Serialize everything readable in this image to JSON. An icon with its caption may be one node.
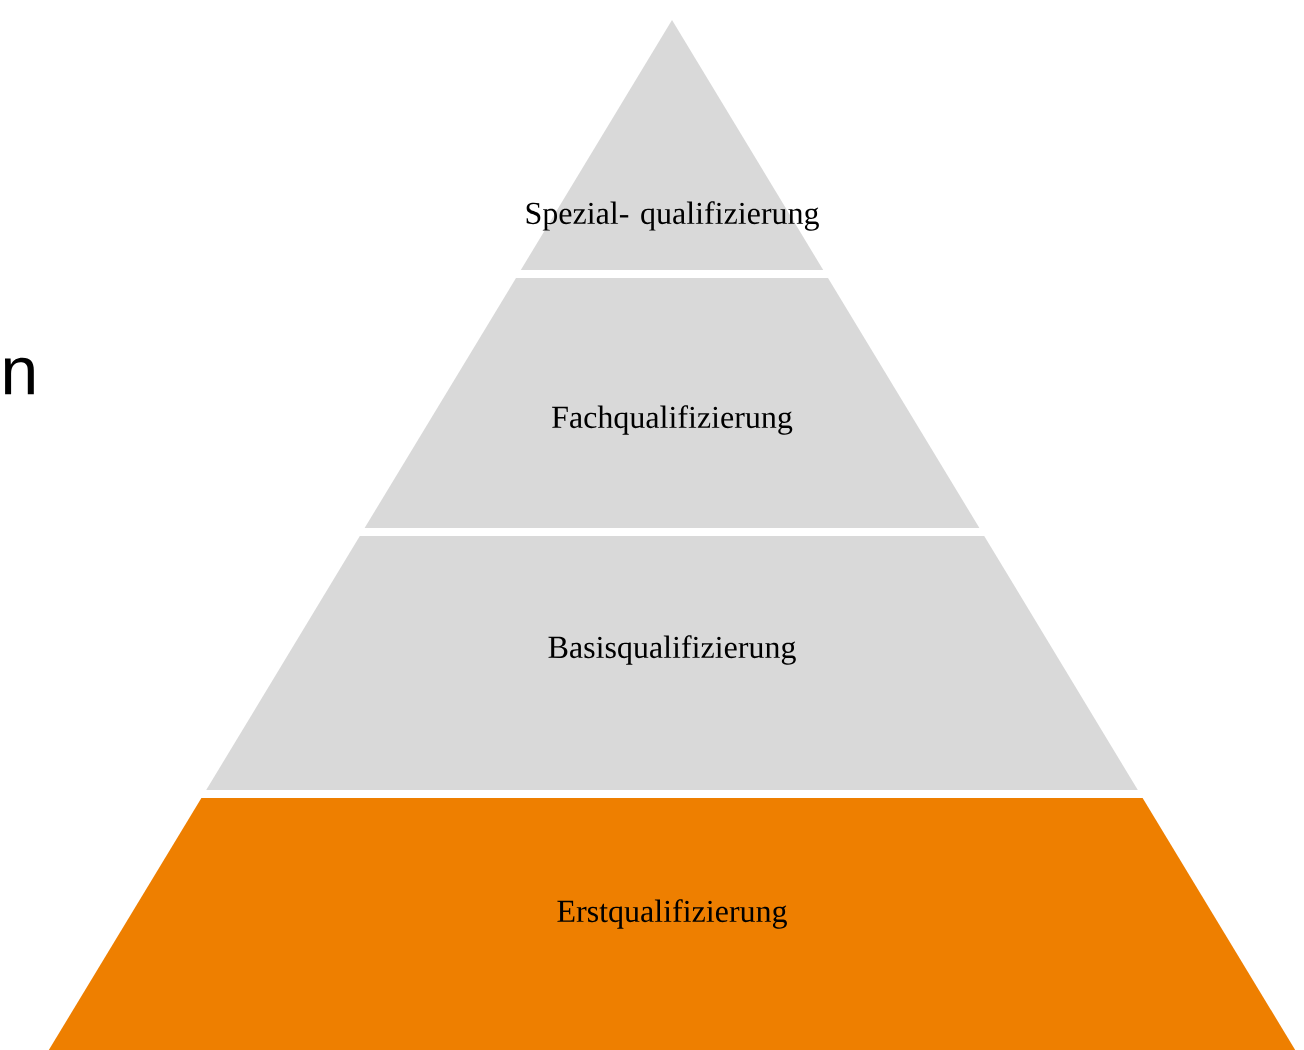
{
  "diagram": {
    "nodes": [
      {
        "text": [
          "Spezial- qualifizierung"
        ]
      },
      {
        "text": [
          "Fachqualifizierung"
        ]
      },
      {
        "text": [
          "Basisqualifizierung"
        ]
      },
      {
        "text": [
          "Erstqualifizierung"
        ]
      }
    ],
    "labels": [
      "n"
    ]
  }
}
